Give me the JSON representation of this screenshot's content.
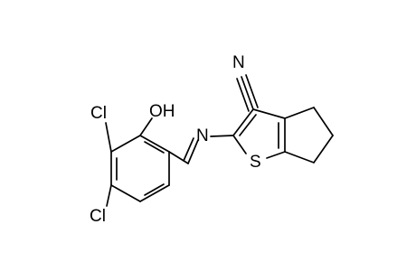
{
  "molecule": {
    "atoms": {
      "n_nitrile": "N",
      "oh": "OH",
      "cl_top": "Cl",
      "cl_bottom": "Cl",
      "n_imine": "N",
      "s_thiophene": "S"
    },
    "colors": {
      "bond": "#000000",
      "label": "#000000",
      "background": "#ffffff"
    }
  }
}
